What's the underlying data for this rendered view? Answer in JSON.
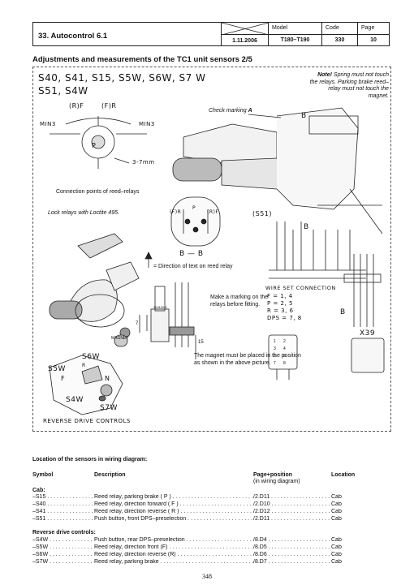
{
  "header": {
    "section": "33. Autocontrol 6.1",
    "date": "1.11.2006",
    "model_label": "Model",
    "model_value": "T180–T190",
    "code_label": "Code",
    "code_value": "330",
    "page_label": "Page",
    "page_value": "10"
  },
  "page_title": "Adjustments and measurements of the TC1 unit sensors 2/5",
  "figure": {
    "sensor_list_line1": "S40, S41, S15, S5W, S6W, S7 W",
    "sensor_list_line2": "S51, S4W",
    "note_bold": "Note!",
    "note_text": "Spring must not touch the relays. Parking brake reed–relay must not touch the magnet.",
    "check_marking": "Check marking",
    "check_marking_letter": "A",
    "label_rf": "(R)F",
    "label_fr": "(F)R",
    "label_min3_left": "MIN3",
    "label_min3_right": "MIN3",
    "label_p": "P",
    "label_37mm": "3-7mm",
    "conn_points": "Connection points of reed–relays",
    "label_b_top": "B",
    "label_s51": "(S51)",
    "label_b_mid": "B",
    "lock_relays": "Lock relays with Loctite 495.",
    "relay_fr": "(F)R",
    "relay_p": "P",
    "relay_rf": "(R)F",
    "bb": "B — B",
    "direction_text": "= Direction of text on reed relay",
    "magnet": "MAGNET",
    "dim_7": "7",
    "dim_15": "15",
    "dim_code": "304100/0",
    "make_marking": "Make a marking on the relays before fitting.",
    "magnet_note": "The magnet must be placed in the position as shown in the above picture.",
    "wire_set_title": "WIRE SET CONNECTION",
    "wire_rows": [
      "F  =  1, 4",
      "P  =  2, 5",
      "R  =  3, 6",
      "DPS  =  7, 8"
    ],
    "label_b_right": "B",
    "label_x39": "X39",
    "connector_pins": [
      "1",
      "2",
      "3",
      "4",
      "5",
      "6",
      "7",
      "8"
    ],
    "rev_s6w": "S6W",
    "rev_s5w": "S5W",
    "rev_f": "F",
    "rev_r": "R",
    "rev_n": "N",
    "rev_s4w": "S4W",
    "rev_s7w": "S7W",
    "reverse_caption": "REVERSE DRIVE CONTROLS"
  },
  "location": {
    "title": "Location of the sensors in wiring diagram:",
    "col_symbol": "Symbol",
    "col_description": "Description",
    "col_page_position": "Page+position",
    "col_page_sub": "(in wiring diagram)",
    "col_location": "Location",
    "groups": [
      {
        "name": "Cab:",
        "rows": [
          {
            "symbol": "–S15",
            "description": "Reed relay, parking brake ( P )",
            "page": "/2.D11",
            "location": "Cab"
          },
          {
            "symbol": "–S40",
            "description": "Reed relay, direction forward ( F )",
            "page": "/2.D10",
            "location": "Cab"
          },
          {
            "symbol": "–S41",
            "description": "Reed relay, direction reverse ( R )",
            "page": "/2.D12",
            "location": "Cab"
          },
          {
            "symbol": "–S51",
            "description": "Push button, front DPS–preselection",
            "page": "/2.D11",
            "location": "Cab"
          }
        ]
      },
      {
        "name": "Reverse drive controls:",
        "rows": [
          {
            "symbol": "–S4W",
            "description": "Push button, rear DPS–preselection",
            "page": "/8.D4",
            "location": "Cab"
          },
          {
            "symbol": "–S5W",
            "description": "Reed relay, direction front (F)",
            "page": "/8.D5",
            "location": "Cab"
          },
          {
            "symbol": "–S6W",
            "description": "Reed relay, direction reverse (R)",
            "page": "/8.D6",
            "location": "Cab"
          },
          {
            "symbol": "–S7W",
            "description": "Reed relay, parking brake",
            "page": "/8.D7",
            "location": "Cab"
          }
        ]
      }
    ]
  },
  "page_number": "348"
}
